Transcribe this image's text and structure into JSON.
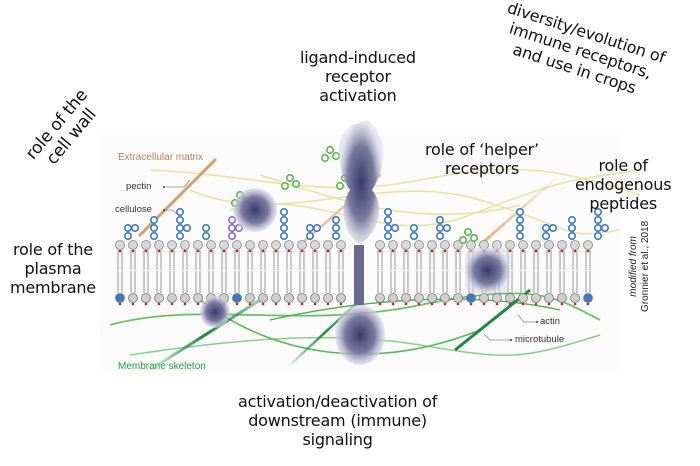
{
  "labels": {
    "cell_wall": "role of the\ncell wall",
    "receptor_activation": "ligand-induced\nreceptor\nactivation",
    "diversity": "diversity/evolution of\nimmune receptors,\nand use in crops",
    "helper_receptors": "role of ‘helper’\nreceptors",
    "endogenous_peptides": "role of\nendogenous\npeptides",
    "plasma_membrane": "role of the\nplasma\nmembrane",
    "downstream_signaling": "activation/deactivation of\ndownstream (immune)\nsignaling"
  },
  "annotations": {
    "extracellular_matrix": "Extracellular matrix",
    "pectin": "pectin",
    "cellulose": "cellulose",
    "membrane_skeleton": "Membrane skeleton",
    "actin": "actin",
    "microtubule": "microtubule"
  },
  "credit": {
    "line1": "modified from",
    "line2": "Gronnier et al., 2018"
  },
  "colors": {
    "extracellular_matrix": "#b8865a",
    "membrane_skeleton": "#22a04a",
    "glycan_blue": "#3a78c8",
    "glycan_green": "#5ab84a",
    "glycan_purple": "#8a6ac0",
    "lipid_gray": "#a8a8a8",
    "lipid_red": "#d62020"
  }
}
